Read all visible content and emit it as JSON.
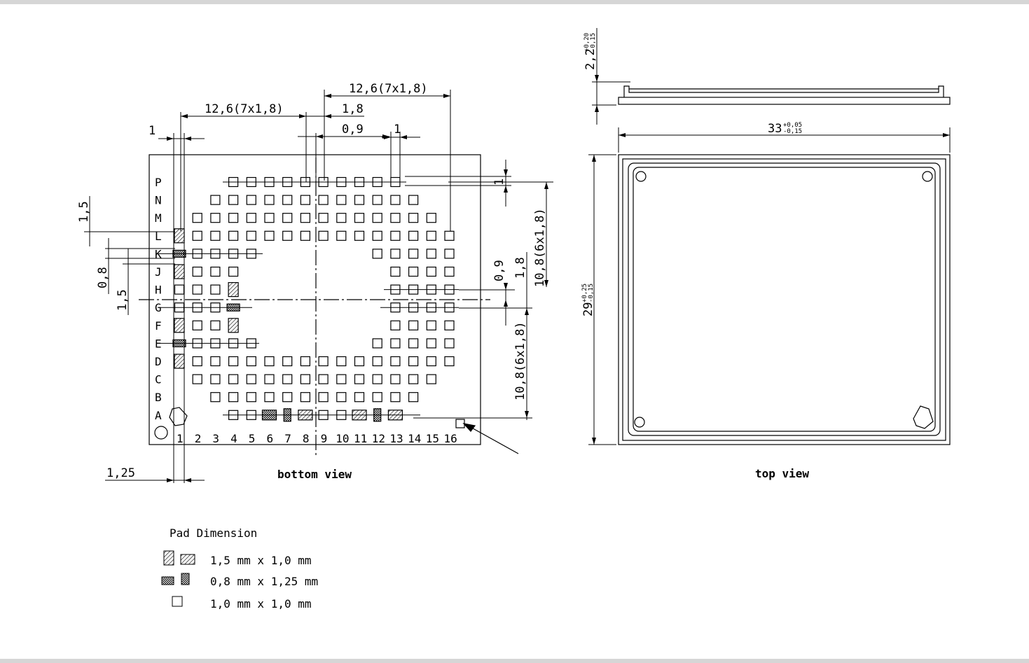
{
  "bottom_view": {
    "caption": "bottom view",
    "row_labels": [
      "P",
      "N",
      "M",
      "L",
      "K",
      "J",
      "H",
      "G",
      "F",
      "E",
      "D",
      "C",
      "B",
      "A"
    ],
    "col_labels": [
      "1",
      "2",
      "3",
      "4",
      "5",
      "6",
      "7",
      "8",
      "9",
      "10",
      "11",
      "12",
      "13",
      "14",
      "15",
      "16"
    ],
    "dimensions": {
      "top_right_span": "12,6(7x1,8)",
      "top_left_span": "12,6(7x1,8)",
      "pitch_1_8": "1,8",
      "half_0_9": "0,9",
      "pad_1_top_right": "1",
      "pad_1_top_left": "1",
      "left_1_5_top": "1,5",
      "left_0_8": "0,8",
      "left_1_5_bottom": "1,5",
      "bottom_1_25": "1,25",
      "right_pad_1": "1",
      "right_0_9": "0,9",
      "right_1_8": "1,8",
      "right_span_top": "10,8(6x1,8)",
      "right_span_bottom": "10,8(6x1,8)"
    }
  },
  "top_view": {
    "caption": "top view",
    "height_dim": {
      "nominal": "2,2",
      "upper": "+0,20",
      "lower": "-0,15"
    },
    "width_dim": {
      "nominal": "33",
      "upper": "+0,05",
      "lower": "-0,15"
    },
    "length_dim": {
      "nominal": "29",
      "upper": "+0,25",
      "lower": "-0,15"
    }
  },
  "legend": {
    "title": "Pad Dimension",
    "items": [
      {
        "text": "1,5 mm x 1,0 mm"
      },
      {
        "text": "0,8 mm x 1,25 mm"
      },
      {
        "text": "1,0 mm x 1,0 mm"
      }
    ]
  }
}
